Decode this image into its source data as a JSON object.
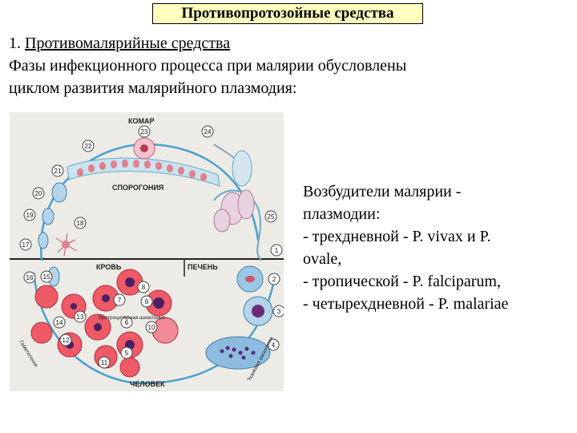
{
  "title": "Противопротозойные средства",
  "intro": {
    "heading": "1. Противомалярийные средства",
    "line1": "Фазы инфекционного процесса при малярии обусловлены",
    "line2": "циклом развития малярийного плазмодия:"
  },
  "diagram": {
    "label_mosquito": "КОМАР",
    "label_sporogony": "СПОРОГОНИЯ",
    "label_blood": "КРОВЬ",
    "label_liver": "ПЕЧЕНЬ",
    "label_human": "ЧЕЛОВЕК",
    "label_erythro": "Эритроцитарная шизогония",
    "label_tissue": "Тканевая шизогония",
    "label_gameto": "Гаметогония",
    "stage_numbers": [
      "1",
      "2",
      "3",
      "4",
      "5",
      "6",
      "7",
      "8",
      "9",
      "10",
      "11",
      "12",
      "13",
      "14",
      "15",
      "16",
      "17",
      "18",
      "19",
      "20",
      "21",
      "22",
      "23",
      "24",
      "25"
    ]
  },
  "pathogens": {
    "line1": "Возбудители малярии -",
    "line2": "плазмодии:",
    "line3": "- трехдневной - P. vivax и P.",
    "line4": "ovale,",
    "line5": "- тропической - P. falciparum,",
    "line6": "- четырехдневной - P. malariae"
  }
}
